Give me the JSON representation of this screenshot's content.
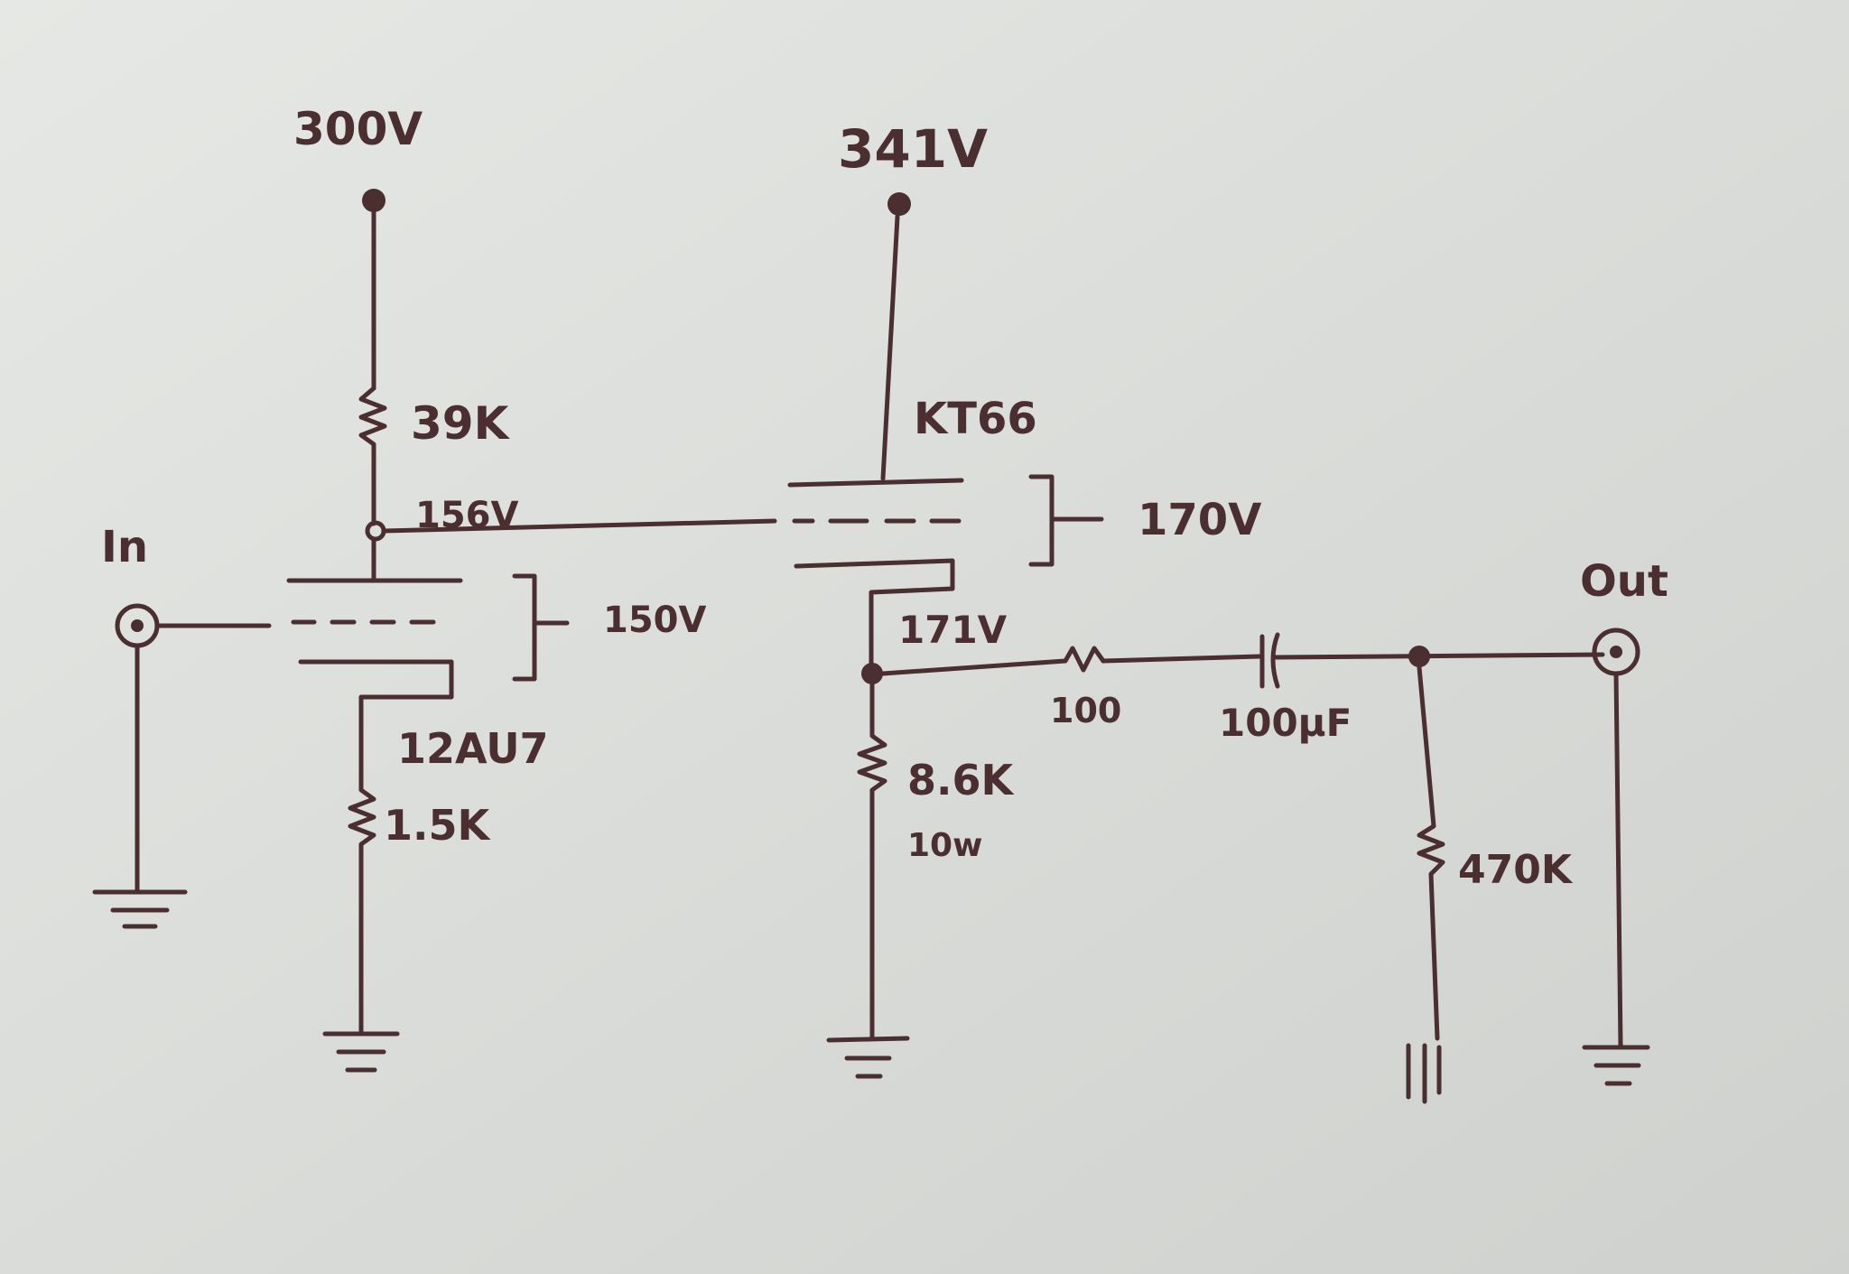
{
  "colors": {
    "paper": "#d9dbd8",
    "ink": "#4a2e30"
  },
  "labels": {
    "supply_left": "300V",
    "supply_right": "341V",
    "r_plate": "39K",
    "plate_voltage": "156V",
    "input": "In",
    "grid_bias_left": "150V",
    "tube_left": "12AU7",
    "r_cathode": "1.5K",
    "tube_right": "KT66",
    "grid_bias_right": "170V",
    "cathode_voltage": "171V",
    "r_series": "100",
    "cap_output": "100µF",
    "r_load": "8.6K",
    "r_load_power": "10w",
    "r_output": "470K",
    "output": "Out"
  }
}
